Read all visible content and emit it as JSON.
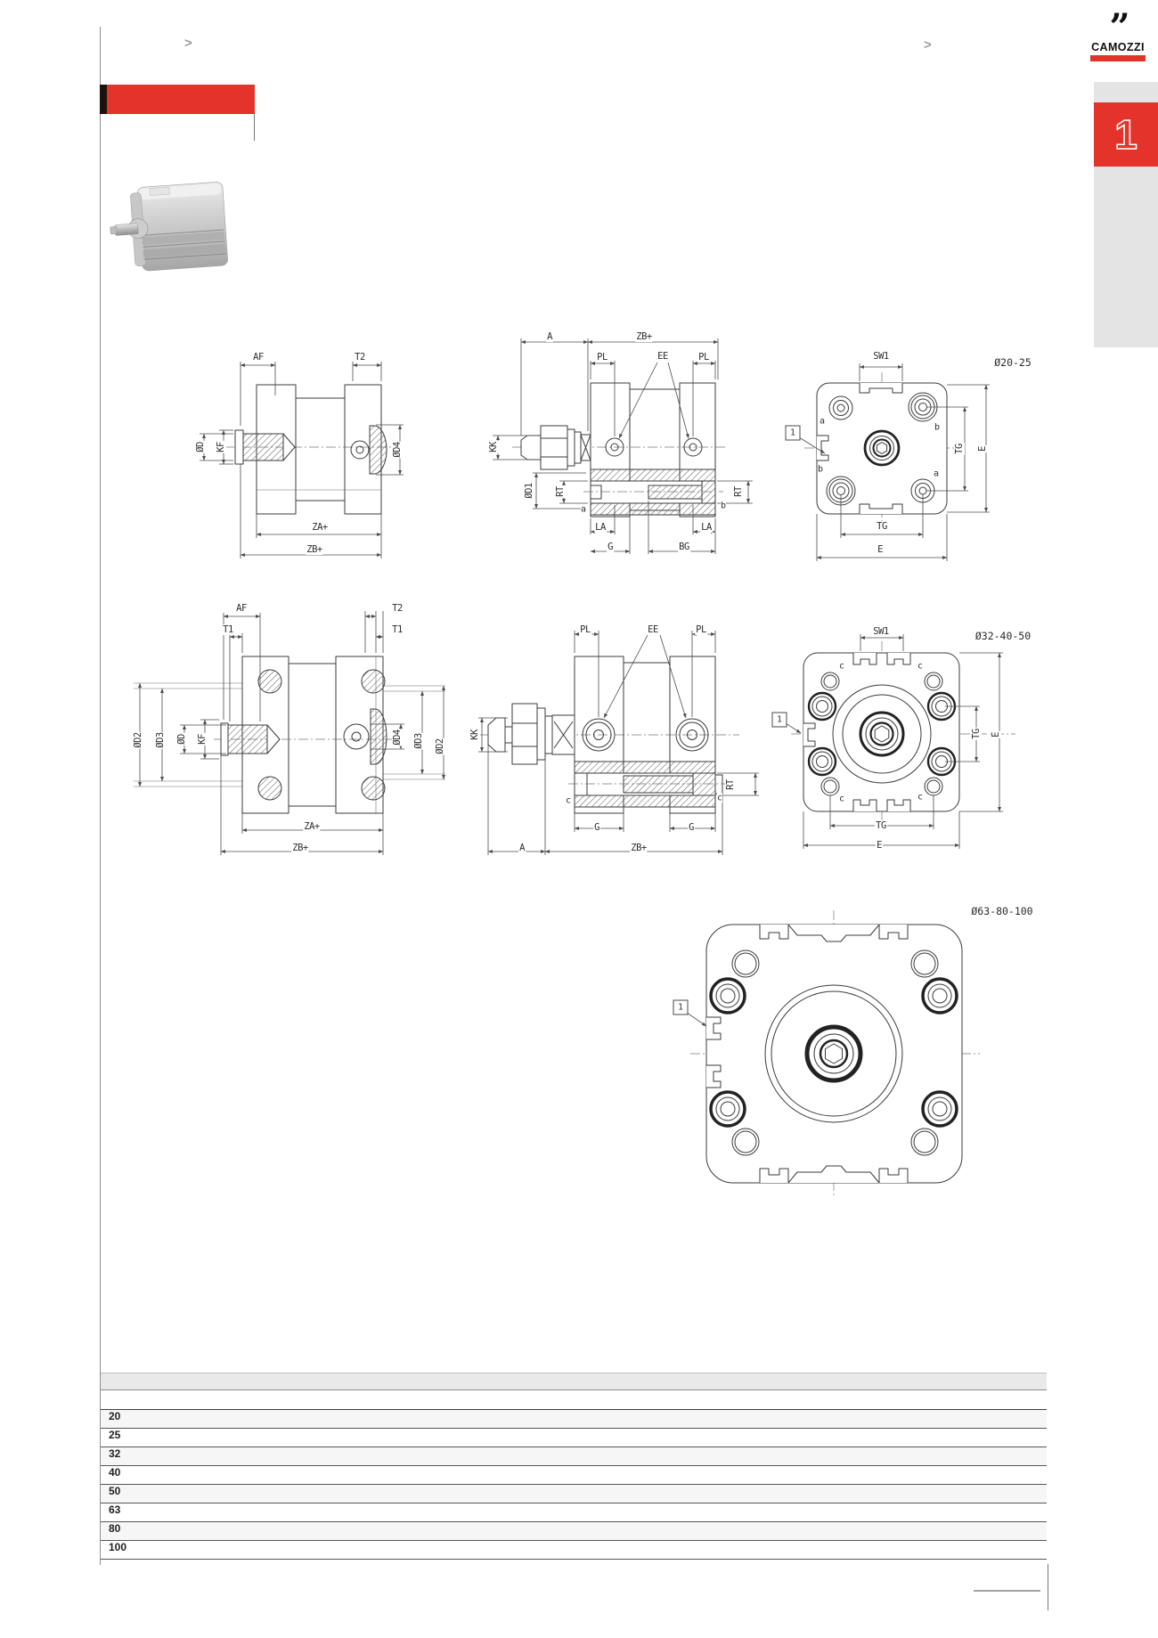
{
  "header": {
    "breadcrumb_left": ">",
    "breadcrumb_right": ">",
    "brand": "CAMOZZI",
    "logo_mark": "”",
    "section_tab": "1"
  },
  "drawings": {
    "row1_side": {
      "af": "AF",
      "t2": "T2",
      "od": "ØD",
      "kf": "KF",
      "od4": "ØD4",
      "za": "ZA+",
      "zb": "ZB+"
    },
    "row1_section": {
      "a": "A",
      "zb": "ZB+",
      "pl_left": "PL",
      "ee": "EE",
      "pl_right": "PL",
      "kk": "KK",
      "od1": "ØD1",
      "rt_left": "RT",
      "rt_right": "RT",
      "port_a": "a",
      "port_b": "b",
      "la_left": "LA",
      "la_right": "LA",
      "g": "G",
      "bg": "BG"
    },
    "row1_front": {
      "sw1": "SW1",
      "size_range": "Ø20-25",
      "callout": "1",
      "hole_a_tl": "a",
      "hole_b_tr": "b",
      "hole_b_bl": "b",
      "hole_a_br": "a",
      "tg_v": "TG",
      "e_v": "E",
      "tg_h": "TG",
      "e_h": "E"
    },
    "row2_side": {
      "af": "AF",
      "t2": "T2",
      "t1_left": "T1",
      "t1_right": "T1",
      "od2_left": "ØD2",
      "od3_left": "ØD3",
      "od": "ØD",
      "kf": "KF",
      "od4": "ØD4",
      "od3_right": "ØD3",
      "od2_right": "ØD2",
      "za": "ZA+",
      "zb": "ZB+"
    },
    "row2_section": {
      "pl_left": "PL",
      "ee": "EE",
      "pl_right": "PL",
      "kk": "KK",
      "rt": "RT",
      "c_left": "c",
      "c_right": "c",
      "g_left": "G",
      "g_right": "G",
      "a": "A",
      "zb": "ZB+"
    },
    "row2_front": {
      "sw1": "SW1",
      "size_range": "Ø32-40-50",
      "callout": "1",
      "c_tl": "c",
      "c_tr": "c",
      "c_bl": "c",
      "c_br": "c",
      "tg_v": "TG",
      "e_v": "E",
      "tg_h": "TG",
      "e_h": "E"
    },
    "row3_front": {
      "size_range": "Ø63-80-100",
      "callout": "1"
    }
  },
  "table": {
    "bore_rows": [
      "20",
      "25",
      "32",
      "40",
      "50",
      "63",
      "80",
      "100"
    ]
  }
}
